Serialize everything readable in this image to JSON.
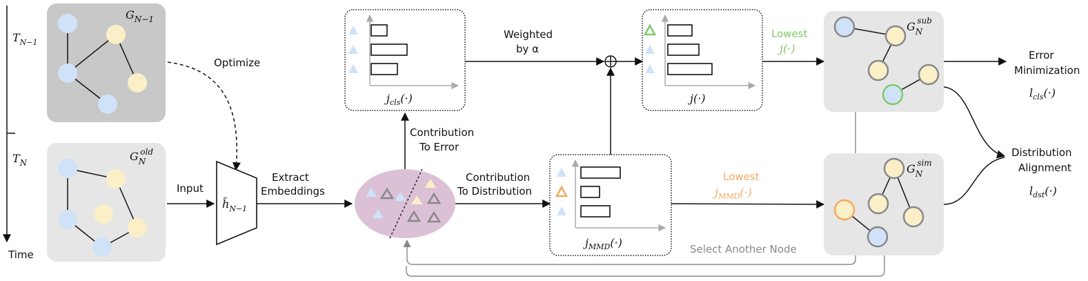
{
  "time_axis": {
    "prev_label": "T",
    "prev_sub": "N−1",
    "cur_label": "T",
    "cur_sub": "N",
    "time_label": "Time"
  },
  "graphs": {
    "prev": {
      "name": "G",
      "sub": "N−1",
      "sup": ""
    },
    "old": {
      "name": "G",
      "sub": "N",
      "sup": "old"
    },
    "sub": {
      "name": "G",
      "sub": "N",
      "sup": "sub"
    },
    "sim": {
      "name": "G",
      "sub": "N",
      "sup": "sim"
    }
  },
  "labels": {
    "optimize": "Optimize",
    "input": "Input",
    "extract_1": "Extract",
    "extract_2": "Embeddings",
    "contrib_error_1": "Contribution",
    "contrib_error_2": "To Error",
    "contrib_dist_1": "Contribution",
    "contrib_dist_2": "To Distribution",
    "weighted_1": "Weighted",
    "weighted_2": "by α",
    "lowest_j": "Lowest",
    "lowest_j_fn": "j(·)",
    "lowest_mmd": "Lowest",
    "lowest_mmd_fn": "j",
    "lowest_mmd_sub": "MMD",
    "lowest_mmd_tail": "(·)",
    "select_another": "Select Another Node",
    "error_min_1": "Error",
    "error_min_2": "Minimization",
    "dist_align_1": "Distribution",
    "dist_align_2": "Alignment",
    "oplus": "⊕"
  },
  "model": {
    "name": "h̃",
    "sub": "N−1"
  },
  "panels": {
    "cls": {
      "fn": "j",
      "sub": "cls",
      "tail": "(·)",
      "bar_values": [
        0.4,
        0.9,
        0.65
      ],
      "highlight": -1
    },
    "sum": {
      "fn": "j",
      "sub": "",
      "tail": "(·)",
      "bar_values": [
        0.55,
        0.7,
        1.0
      ],
      "highlight": 0
    },
    "mmd": {
      "fn": "j",
      "sub": "MMD",
      "tail": "(·)",
      "bar_values": [
        0.95,
        0.45,
        0.7
      ],
      "highlight": 1
    }
  },
  "losses": {
    "cls": {
      "fn": "l",
      "sub": "cls",
      "tail": "(·)"
    },
    "dst": {
      "fn": "l",
      "sub": "dst",
      "tail": "(·)"
    }
  },
  "colors": {
    "blue_node": "#cfe2f7",
    "yellow_node": "#fbefc8",
    "green": "#7fc96a",
    "orange": "#f4a95e",
    "ellipse": "#dcc1d6",
    "graph_dark_bg": "#c8c8c8",
    "graph_light_bg": "#e6e6e6"
  }
}
